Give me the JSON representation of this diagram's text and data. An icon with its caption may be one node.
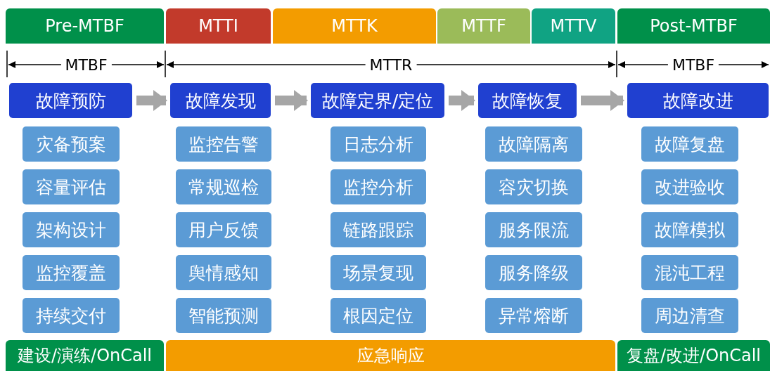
{
  "diagram": {
    "nodes": [
      {
        "text": [
          "Pre-MTBF"
        ]
      },
      {
        "text": [
          "MTTI"
        ]
      },
      {
        "text": [
          "MTTK"
        ]
      },
      {
        "text": [
          "MTTF"
        ]
      },
      {
        "text": [
          "MTTV"
        ]
      },
      {
        "text": [
          "Post-MTBF"
        ]
      },
      {
        "text": [
          "故障预防"
        ]
      },
      {
        "text": [
          "故障发现"
        ]
      },
      {
        "text": [
          "故障定界/定位"
        ]
      },
      {
        "text": [
          "故障恢复"
        ]
      },
      {
        "text": [
          "故障改进"
        ]
      },
      {
        "text": [
          "灾备预案"
        ]
      },
      {
        "text": [
          "监控告警"
        ]
      },
      {
        "text": [
          "日志分析"
        ]
      },
      {
        "text": [
          "故障隔离"
        ]
      },
      {
        "text": [
          "故障复盘"
        ]
      },
      {
        "text": [
          "容量评估"
        ]
      },
      {
        "text": [
          "常规巡检"
        ]
      },
      {
        "text": [
          "监控分析"
        ]
      },
      {
        "text": [
          "容灾切换"
        ]
      },
      {
        "text": [
          "改进验收"
        ]
      },
      {
        "text": [
          "架构设计"
        ]
      },
      {
        "text": [
          "用户反馈"
        ]
      },
      {
        "text": [
          "链路跟踪"
        ]
      },
      {
        "text": [
          "服务限流"
        ]
      },
      {
        "text": [
          "故障模拟"
        ]
      },
      {
        "text": [
          "监控覆盖"
        ]
      },
      {
        "text": [
          "舆情感知"
        ]
      },
      {
        "text": [
          "场景复现"
        ]
      },
      {
        "text": [
          "服务降级"
        ]
      },
      {
        "text": [
          "混沌工程"
        ]
      },
      {
        "text": [
          "持续交付"
        ]
      },
      {
        "text": [
          "智能预测"
        ]
      },
      {
        "text": [
          "根因定位"
        ]
      },
      {
        "text": [
          "异常熔断"
        ]
      },
      {
        "text": [
          "周边清查"
        ]
      },
      {
        "text": [
          "建设/演练/OnCall"
        ]
      },
      {
        "text": [
          "应急响应"
        ]
      },
      {
        "text": [
          "复盘/改进/OnCall"
        ]
      }
    ],
    "edges": [
      {
        "from": 6,
        "to": 7,
        "arrow": "to"
      },
      {
        "from": 7,
        "to": 8,
        "arrow": "to"
      },
      {
        "from": 8,
        "to": 9,
        "arrow": "to"
      },
      {
        "from": 9,
        "to": 10,
        "arrow": "to"
      }
    ],
    "labels": [
      "MTBF",
      "MTTR",
      "MTBF"
    ]
  }
}
